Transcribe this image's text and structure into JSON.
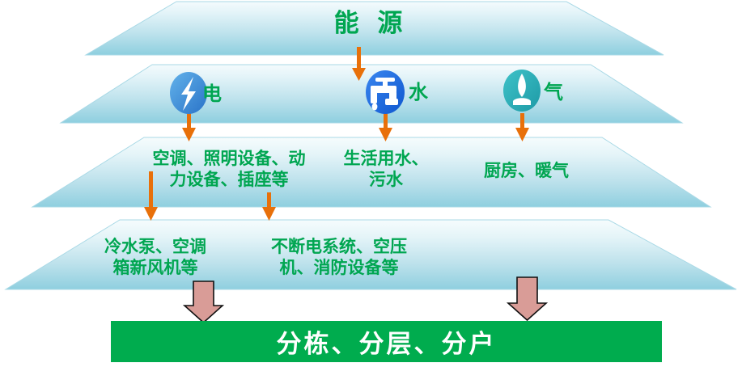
{
  "diagram": {
    "title": "能 源",
    "title_color": "#00a651",
    "levels": [
      {
        "name": "energy-source",
        "label": "能 源"
      },
      {
        "name": "energy-types",
        "items": [
          {
            "icon": "lightning-bolt-icon",
            "label": "电",
            "icon_color": "#3a8ddd"
          },
          {
            "icon": "faucet-icon",
            "label": "水",
            "icon_color": "#1a6fe0"
          },
          {
            "icon": "flame-icon",
            "label": "气",
            "icon_color": "#2fb5bd"
          }
        ]
      },
      {
        "name": "end-uses",
        "items": [
          {
            "label": "空调、照明设备、动\n力设备、插座等"
          },
          {
            "label": "生活用水、\n污水"
          },
          {
            "label": "厨房、暖气"
          }
        ]
      },
      {
        "name": "equipment",
        "items": [
          {
            "label": "冷水泵、空调\n箱新风机等"
          },
          {
            "label": "不断电系统、空压\n机、消防设备等"
          }
        ]
      }
    ],
    "result_bar": {
      "label": "分栋、分层、分户",
      "background": "#00ac4e",
      "text_color": "#ffffff"
    },
    "colors": {
      "trapezoid_top": "#f2fafc",
      "trapezoid_bottom": "#8fcfdf",
      "arrow_orange": "#e8700a",
      "arrow_pink_fill": "#d99c97",
      "arrow_pink_stroke": "#1a1a1a",
      "text_green": "#00a651"
    }
  }
}
